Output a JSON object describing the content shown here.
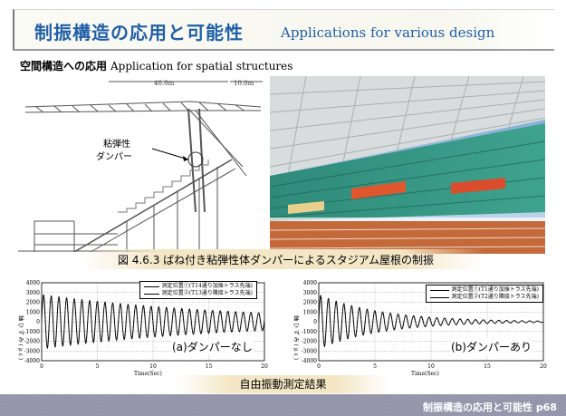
{
  "header": {
    "title_jp": "制振構造の応用と可能性",
    "title_en": "Applications for various design"
  },
  "section": {
    "title_jp": "空間構造への応用",
    "title_en": "Application for spatial structures"
  },
  "drawing": {
    "dim_left": "40.0m",
    "dim_right": "10.0m",
    "label_line1": "粘弾性",
    "label_line2": "ダンパー"
  },
  "figure_caption": "図 4.6.3  ばね付き粘弾性体ダンパーによるスタジアム屋根の制振",
  "chart_data": [
    {
      "type": "line",
      "panel_label": "(a)ダンパーなし",
      "xlabel": "Time(Sec)",
      "ylabel": "軸 ひ ず み ( μ ε )",
      "x_ticks": [
        "0",
        "5",
        "10",
        "15",
        "20"
      ],
      "y_ticks": [
        "4000",
        "3000",
        "2000",
        "1000",
        "0",
        "-1000",
        "-2000",
        "-3000",
        "-4000"
      ],
      "xlim": [
        0,
        20
      ],
      "ylim": [
        -4000,
        4000
      ],
      "series": [
        {
          "name": "測定位置①(T14通り加振トラス先端)",
          "amplitude_start": 2800,
          "amplitude_end": 900,
          "frequency_hz": 1.45
        },
        {
          "name": "測定位置②(T13通り隣接トラス先端)",
          "amplitude_start": 2600,
          "amplitude_end": 800,
          "frequency_hz": 1.45
        }
      ]
    },
    {
      "type": "line",
      "panel_label": "(b)ダンパーあり",
      "xlabel": "Time(Sec)",
      "ylabel": "軸 ひ ず み ( μ ε )",
      "x_ticks": [
        "0",
        "5",
        "10",
        "15",
        "20"
      ],
      "y_ticks": [
        "4000",
        "3000",
        "2000",
        "1000",
        "0",
        "-1000",
        "-2000",
        "-3000",
        "-4000"
      ],
      "xlim": [
        0,
        20
      ],
      "ylim": [
        -4000,
        4000
      ],
      "series": [
        {
          "name": "測定位置①(T1通り加振トラス先端)",
          "amplitude_start": 2800,
          "amplitude_end": 80,
          "frequency_hz": 1.45
        },
        {
          "name": "測定位置②(T2通り隣接トラス先端)",
          "amplitude_start": 2600,
          "amplitude_end": 60,
          "frequency_hz": 1.45
        }
      ]
    }
  ],
  "result_caption": "自由振動測定結果",
  "footer": {
    "text": "制振構造の応用と可能性   p68"
  }
}
